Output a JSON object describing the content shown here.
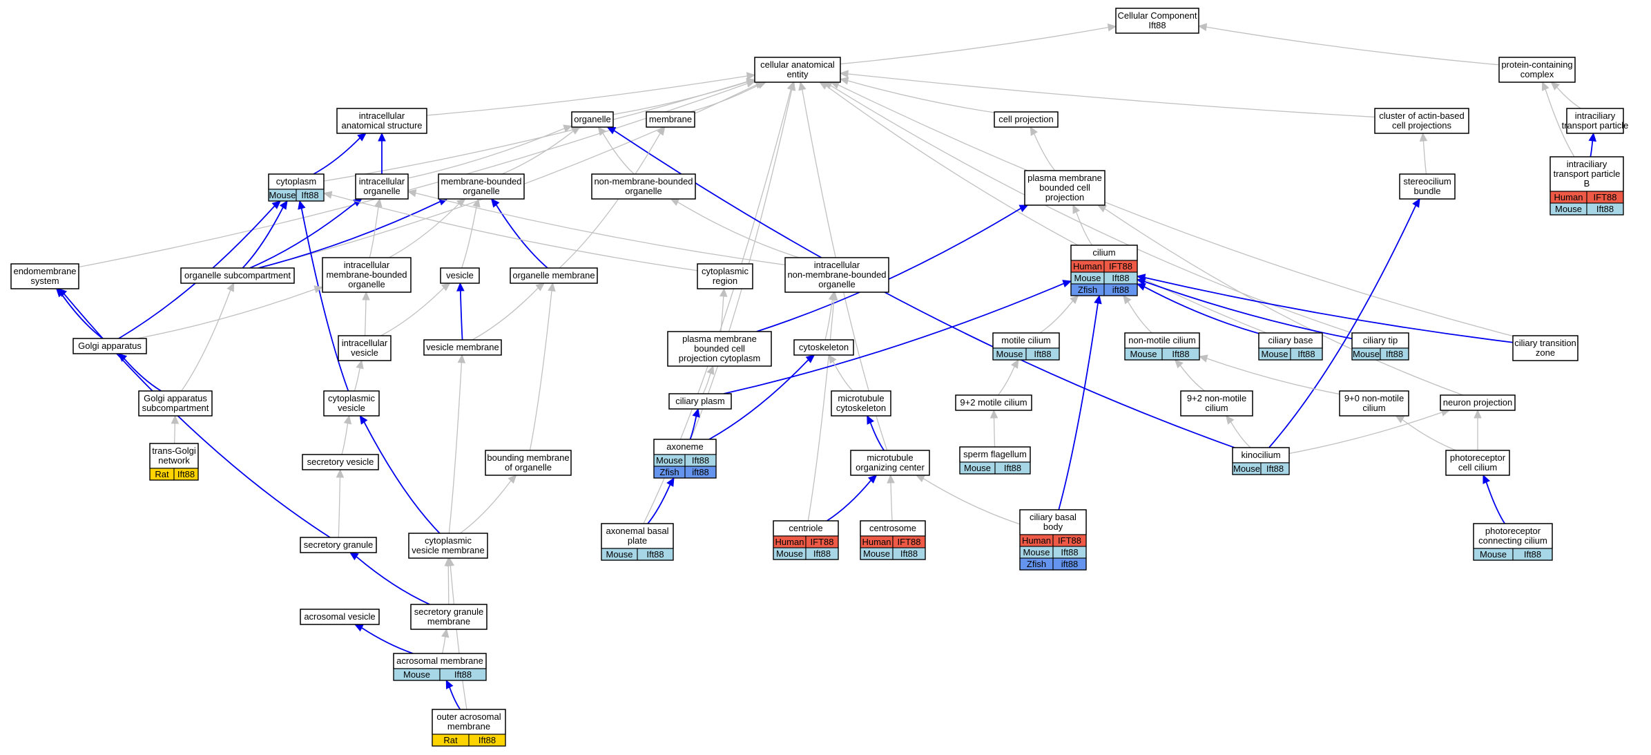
{
  "title": "Cellular Component\nIft88",
  "colors": {
    "is_a_edge": "#c0c0c0",
    "part_of_edge": "#0000ee",
    "node_border": "#000000",
    "node_fill": "#ffffff",
    "Human": "#ee5a45",
    "Mouse": "#a7d6e6",
    "Zfish": "#6494ed",
    "Rat": "#ffd400"
  },
  "nodes": [
    {
      "id": "cc",
      "label": "Cellular Component\nIft88"
    },
    {
      "id": "cae",
      "label": "cellular anatomical\nentity"
    },
    {
      "id": "pcc",
      "label": "protein-containing\ncomplex"
    },
    {
      "id": "ias",
      "label": "intracellular\nanatomical structure"
    },
    {
      "id": "org",
      "label": "organelle"
    },
    {
      "id": "mem",
      "label": "membrane"
    },
    {
      "id": "cproj",
      "label": "cell projection"
    },
    {
      "id": "cabp",
      "label": "cluster of actin-based\ncell projections"
    },
    {
      "id": "itp",
      "label": "intraciliary\ntransport particle"
    },
    {
      "id": "cyto",
      "label": "cytoplasm",
      "species": [
        {
          "name": "Mouse",
          "gene": "Ift88"
        }
      ]
    },
    {
      "id": "io",
      "label": "intracellular\norganelle"
    },
    {
      "id": "mbo",
      "label": "membrane-bounded\norganelle"
    },
    {
      "id": "nmbo",
      "label": "non-membrane-bounded\norganelle"
    },
    {
      "id": "pmbcp",
      "label": "plasma membrane\nbounded cell\nprojection"
    },
    {
      "id": "sb",
      "label": "stereocilium\nbundle"
    },
    {
      "id": "itpb",
      "label": "intraciliary\ntransport particle\nB",
      "species": [
        {
          "name": "Human",
          "gene": "IFT88"
        },
        {
          "name": "Mouse",
          "gene": "Ift88"
        }
      ]
    },
    {
      "id": "ems",
      "label": "endomembrane\nsystem"
    },
    {
      "id": "osc",
      "label": "organelle subcompartment"
    },
    {
      "id": "imbo",
      "label": "intracellular\nmembrane-bounded\norganelle"
    },
    {
      "id": "ves",
      "label": "vesicle"
    },
    {
      "id": "om",
      "label": "organelle membrane"
    },
    {
      "id": "cr",
      "label": "cytoplasmic\nregion"
    },
    {
      "id": "inmbo",
      "label": "intracellular\nnon-membrane-bounded\norganelle"
    },
    {
      "id": "cil",
      "label": "cilium",
      "species": [
        {
          "name": "Human",
          "gene": "IFT88"
        },
        {
          "name": "Mouse",
          "gene": "Ift88"
        },
        {
          "name": "Zfish",
          "gene": "ift88"
        }
      ]
    },
    {
      "id": "ga",
      "label": "Golgi apparatus"
    },
    {
      "id": "iv",
      "label": "intracellular\nvesicle"
    },
    {
      "id": "vm",
      "label": "vesicle membrane"
    },
    {
      "id": "pmbcpc",
      "label": "plasma membrane\nbounded cell\nprojection cytoplasm"
    },
    {
      "id": "csk",
      "label": "cytoskeleton"
    },
    {
      "id": "mc",
      "label": "motile cilium",
      "species": [
        {
          "name": "Mouse",
          "gene": "Ift88"
        }
      ]
    },
    {
      "id": "nmc",
      "label": "non-motile cilium",
      "species": [
        {
          "name": "Mouse",
          "gene": "Ift88"
        }
      ]
    },
    {
      "id": "cb",
      "label": "ciliary base",
      "species": [
        {
          "name": "Mouse",
          "gene": "Ift88"
        }
      ]
    },
    {
      "id": "ct",
      "label": "ciliary tip",
      "species": [
        {
          "name": "Mouse",
          "gene": "Ift88"
        }
      ]
    },
    {
      "id": "ctz",
      "label": "ciliary transition\nzone"
    },
    {
      "id": "gasc",
      "label": "Golgi apparatus\nsubcompartment"
    },
    {
      "id": "cv",
      "label": "cytoplasmic\nvesicle"
    },
    {
      "id": "cp",
      "label": "ciliary plasm"
    },
    {
      "id": "mcsk",
      "label": "microtubule\ncytoskeleton"
    },
    {
      "id": "m92",
      "label": "9+2 motile cilium"
    },
    {
      "id": "n92",
      "label": "9+2 non-motile\ncilium"
    },
    {
      "id": "n90",
      "label": "9+0 non-motile\ncilium"
    },
    {
      "id": "np",
      "label": "neuron projection"
    },
    {
      "id": "tgn",
      "label": "trans-Golgi\nnetwork",
      "species": [
        {
          "name": "Rat",
          "gene": "Ift88"
        }
      ]
    },
    {
      "id": "sv",
      "label": "secretory vesicle"
    },
    {
      "id": "ax",
      "label": "axoneme",
      "species": [
        {
          "name": "Mouse",
          "gene": "Ift88"
        },
        {
          "name": "Zfish",
          "gene": "ift88"
        }
      ]
    },
    {
      "id": "bmo",
      "label": "bounding membrane\nof organelle"
    },
    {
      "id": "moc",
      "label": "microtubule\norganizing center"
    },
    {
      "id": "sf",
      "label": "sperm flagellum",
      "species": [
        {
          "name": "Mouse",
          "gene": "Ift88"
        }
      ]
    },
    {
      "id": "kin",
      "label": "kinocilium",
      "species": [
        {
          "name": "Mouse",
          "gene": "Ift88"
        }
      ]
    },
    {
      "id": "pcc2",
      "label": "photoreceptor\ncell cilium"
    },
    {
      "id": "cvm",
      "label": "cytoplasmic\nvesicle membrane"
    },
    {
      "id": "abp",
      "label": "axonemal basal\nplate",
      "species": [
        {
          "name": "Mouse",
          "gene": "Ift88"
        }
      ]
    },
    {
      "id": "cent",
      "label": "centriole",
      "species": [
        {
          "name": "Human",
          "gene": "IFT88"
        },
        {
          "name": "Mouse",
          "gene": "Ift88"
        }
      ]
    },
    {
      "id": "csome",
      "label": "centrosome",
      "species": [
        {
          "name": "Human",
          "gene": "IFT88"
        },
        {
          "name": "Mouse",
          "gene": "Ift88"
        }
      ]
    },
    {
      "id": "cbb",
      "label": "ciliary basal\nbody",
      "species": [
        {
          "name": "Human",
          "gene": "IFT88"
        },
        {
          "name": "Mouse",
          "gene": "Ift88"
        },
        {
          "name": "Zfish",
          "gene": "ift88"
        }
      ]
    },
    {
      "id": "prcc",
      "label": "photoreceptor\nconnecting cilium",
      "species": [
        {
          "name": "Mouse",
          "gene": "Ift88"
        }
      ]
    },
    {
      "id": "sg",
      "label": "secretory granule"
    },
    {
      "id": "sgm",
      "label": "secretory granule\nmembrane"
    },
    {
      "id": "av",
      "label": "acrosomal vesicle"
    },
    {
      "id": "am",
      "label": "acrosomal membrane",
      "species": [
        {
          "name": "Mouse",
          "gene": "Ift88"
        }
      ]
    },
    {
      "id": "oam",
      "label": "outer acrosomal\nmembrane",
      "species": [
        {
          "name": "Rat",
          "gene": "Ift88"
        }
      ]
    }
  ],
  "edges": [
    {
      "from": "cae",
      "to": "cc",
      "type": "is_a"
    },
    {
      "from": "pcc",
      "to": "cc",
      "type": "is_a"
    },
    {
      "from": "ias",
      "to": "cae",
      "type": "is_a"
    },
    {
      "from": "org",
      "to": "cae",
      "type": "is_a"
    },
    {
      "from": "mem",
      "to": "cae",
      "type": "is_a"
    },
    {
      "from": "cproj",
      "to": "cae",
      "type": "is_a"
    },
    {
      "from": "cabp",
      "to": "cae",
      "type": "is_a"
    },
    {
      "from": "ems",
      "to": "cae",
      "type": "is_a"
    },
    {
      "from": "cyto",
      "to": "cae",
      "type": "is_a"
    },
    {
      "from": "osc",
      "to": "cae",
      "type": "is_a"
    },
    {
      "from": "cb",
      "to": "cae",
      "type": "is_a"
    },
    {
      "from": "ct",
      "to": "cae",
      "type": "is_a"
    },
    {
      "from": "ctz",
      "to": "cae",
      "type": "is_a"
    },
    {
      "from": "ax",
      "to": "cae",
      "type": "is_a"
    },
    {
      "from": "abp",
      "to": "cae",
      "type": "is_a"
    },
    {
      "from": "moc",
      "to": "cae",
      "type": "is_a"
    },
    {
      "from": "itp",
      "to": "pcc",
      "type": "is_a"
    },
    {
      "from": "itpb",
      "to": "pcc",
      "type": "is_a"
    },
    {
      "from": "itpb",
      "to": "itp",
      "type": "part_of"
    },
    {
      "from": "cyto",
      "to": "ias",
      "type": "part_of"
    },
    {
      "from": "io",
      "to": "ias",
      "type": "part_of"
    },
    {
      "from": "io",
      "to": "org",
      "type": "is_a"
    },
    {
      "from": "mbo",
      "to": "org",
      "type": "is_a"
    },
    {
      "from": "nmbo",
      "to": "org",
      "type": "is_a"
    },
    {
      "from": "kin",
      "to": "org",
      "type": "part_of"
    },
    {
      "from": "om",
      "to": "mem",
      "type": "is_a"
    },
    {
      "from": "pmbcp",
      "to": "cproj",
      "type": "is_a"
    },
    {
      "from": "sb",
      "to": "cabp",
      "type": "is_a"
    },
    {
      "from": "cil",
      "to": "pmbcp",
      "type": "is_a"
    },
    {
      "from": "pmbcpc",
      "to": "pmbcp",
      "type": "part_of"
    },
    {
      "from": "np",
      "to": "pmbcp",
      "type": "is_a"
    },
    {
      "from": "kin",
      "to": "sb",
      "type": "part_of"
    },
    {
      "from": "osc",
      "to": "cyto",
      "type": "part_of"
    },
    {
      "from": "osc",
      "to": "io",
      "type": "part_of"
    },
    {
      "from": "osc",
      "to": "mbo",
      "type": "part_of"
    },
    {
      "from": "ga",
      "to": "cyto",
      "type": "part_of"
    },
    {
      "from": "cv",
      "to": "cyto",
      "type": "part_of"
    },
    {
      "from": "imbo",
      "to": "io",
      "type": "is_a"
    },
    {
      "from": "imbo",
      "to": "mbo",
      "type": "is_a"
    },
    {
      "from": "ves",
      "to": "mbo",
      "type": "is_a"
    },
    {
      "from": "om",
      "to": "mbo",
      "type": "part_of"
    },
    {
      "from": "inmbo",
      "to": "nmbo",
      "type": "is_a"
    },
    {
      "from": "inmbo",
      "to": "io",
      "type": "is_a"
    },
    {
      "from": "ga",
      "to": "ems",
      "type": "part_of"
    },
    {
      "from": "sg",
      "to": "ems",
      "type": "part_of"
    },
    {
      "from": "gasc",
      "to": "osc",
      "type": "is_a"
    },
    {
      "from": "gasc",
      "to": "ga",
      "type": "part_of"
    },
    {
      "from": "ga",
      "to": "imbo",
      "type": "is_a"
    },
    {
      "from": "iv",
      "to": "imbo",
      "type": "is_a"
    },
    {
      "from": "iv",
      "to": "ves",
      "type": "is_a"
    },
    {
      "from": "vm",
      "to": "ves",
      "type": "part_of"
    },
    {
      "from": "vm",
      "to": "om",
      "type": "is_a"
    },
    {
      "from": "bmo",
      "to": "om",
      "type": "is_a"
    },
    {
      "from": "pmbcpc",
      "to": "cr",
      "type": "is_a"
    },
    {
      "from": "cr",
      "to": "cyto",
      "type": "is_a"
    },
    {
      "from": "csk",
      "to": "inmbo",
      "type": "is_a"
    },
    {
      "from": "cent",
      "to": "inmbo",
      "type": "is_a"
    },
    {
      "from": "mc",
      "to": "cil",
      "type": "is_a"
    },
    {
      "from": "nmc",
      "to": "cil",
      "type": "is_a"
    },
    {
      "from": "cb",
      "to": "cil",
      "type": "part_of"
    },
    {
      "from": "ct",
      "to": "cil",
      "type": "part_of"
    },
    {
      "from": "ctz",
      "to": "cil",
      "type": "part_of"
    },
    {
      "from": "cp",
      "to": "cil",
      "type": "part_of"
    },
    {
      "from": "cbb",
      "to": "cil",
      "type": "part_of"
    },
    {
      "from": "tgn",
      "to": "gasc",
      "type": "is_a"
    },
    {
      "from": "cv",
      "to": "iv",
      "type": "is_a"
    },
    {
      "from": "cvm",
      "to": "cv",
      "type": "part_of"
    },
    {
      "from": "cvm",
      "to": "vm",
      "type": "is_a"
    },
    {
      "from": "cvm",
      "to": "bmo",
      "type": "is_a"
    },
    {
      "from": "cp",
      "to": "pmbcpc",
      "type": "is_a"
    },
    {
      "from": "ax",
      "to": "cp",
      "type": "part_of"
    },
    {
      "from": "ax",
      "to": "csk",
      "type": "part_of"
    },
    {
      "from": "mcsk",
      "to": "csk",
      "type": "is_a"
    },
    {
      "from": "moc",
      "to": "mcsk",
      "type": "part_of"
    },
    {
      "from": "m92",
      "to": "mc",
      "type": "is_a"
    },
    {
      "from": "sf",
      "to": "m92",
      "type": "is_a"
    },
    {
      "from": "n92",
      "to": "nmc",
      "type": "is_a"
    },
    {
      "from": "n90",
      "to": "nmc",
      "type": "is_a"
    },
    {
      "from": "kin",
      "to": "n92",
      "type": "is_a"
    },
    {
      "from": "pcc2",
      "to": "n90",
      "type": "is_a"
    },
    {
      "from": "pcc2",
      "to": "np",
      "type": "is_a"
    },
    {
      "from": "kin",
      "to": "np",
      "type": "is_a"
    },
    {
      "from": "prcc",
      "to": "pcc2",
      "type": "part_of"
    },
    {
      "from": "sv",
      "to": "cv",
      "type": "is_a"
    },
    {
      "from": "sg",
      "to": "sv",
      "type": "is_a"
    },
    {
      "from": "abp",
      "to": "ax",
      "type": "part_of"
    },
    {
      "from": "cent",
      "to": "moc",
      "type": "part_of"
    },
    {
      "from": "csome",
      "to": "moc",
      "type": "is_a"
    },
    {
      "from": "cbb",
      "to": "moc",
      "type": "is_a"
    },
    {
      "from": "sgm",
      "to": "sg",
      "type": "part_of"
    },
    {
      "from": "sgm",
      "to": "cvm",
      "type": "is_a"
    },
    {
      "from": "am",
      "to": "av",
      "type": "part_of"
    },
    {
      "from": "am",
      "to": "sgm",
      "type": "is_a"
    },
    {
      "from": "oam",
      "to": "am",
      "type": "part_of"
    },
    {
      "from": "oam",
      "to": "cvm",
      "type": "is_a"
    }
  ]
}
